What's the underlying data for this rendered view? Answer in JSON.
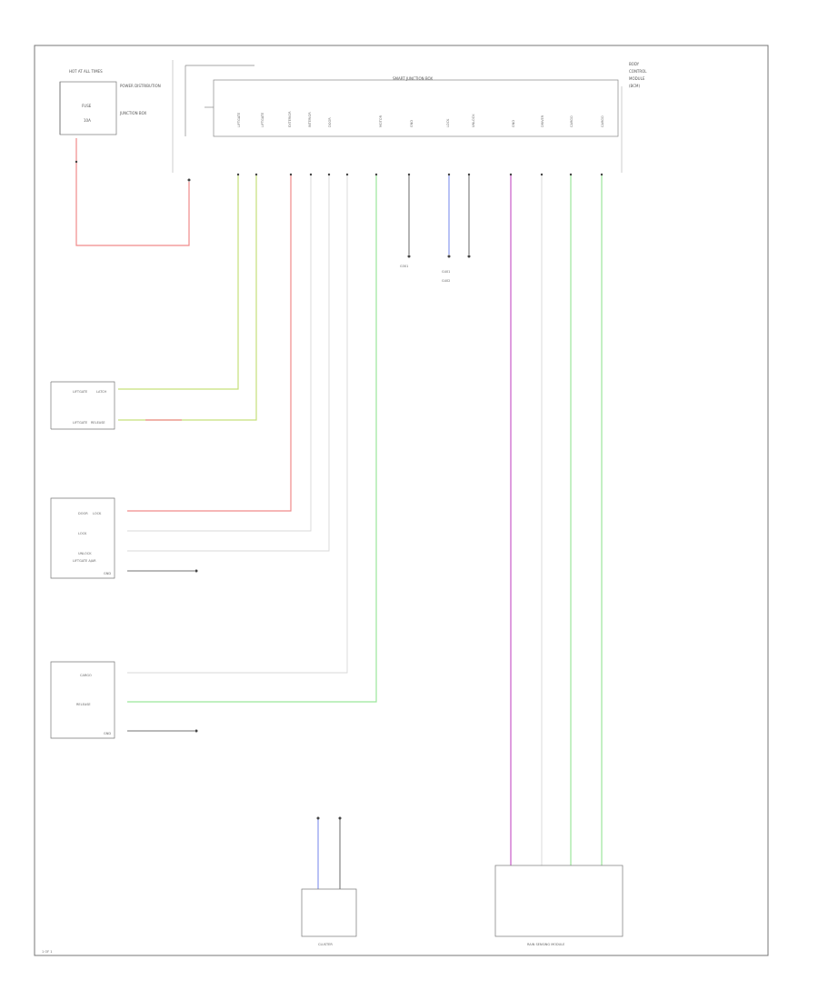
{
  "colors": {
    "border": "#777777",
    "red": "#f08a8a",
    "yellow_green": "#c6e07a",
    "green": "#9be69b",
    "purple": "#cc66cc",
    "blue": "#8a9aee",
    "gray": "#d8d8d8",
    "dark": "#444444"
  },
  "components": {
    "top_left_box": [
      "HOT AT ALL TIMES",
      "POWER DISTRIBUTION",
      "FUSE",
      "10A",
      "JUNCTION BOX"
    ],
    "main_module_title": "SMART JUNCTION BOX",
    "main_module_side": [
      "BODY",
      "CONTROL",
      "MODULE",
      "(BCM)"
    ],
    "main_module_pins": [
      "LIFTGATE",
      "LIFTGATE",
      "EXTERIOR",
      "INTERIOR",
      "DOOR",
      "MOTOR",
      "GND",
      "LOCK",
      "UNLOCK",
      "GND",
      "DRIVER",
      "CARGO",
      "CARGO"
    ],
    "left_component_1": [
      "LIFTGATE",
      "LATCH",
      "LIFTGATE",
      "RELEASE"
    ],
    "left_component_2": [
      "DOOR",
      "LOCK",
      "LOCK",
      "UNLOCK",
      "LIFTGATE AJAR",
      "GND"
    ],
    "left_component_3": [
      "CARGO",
      "RELEASE",
      "GND"
    ],
    "ground_1": "G301",
    "ground_2": [
      "G401",
      "G402"
    ],
    "bottom_center": [
      "CLUSTER"
    ],
    "bottom_right": [
      "RAIN SENSING MODULE"
    ],
    "page_ref": "1 OF 1"
  }
}
